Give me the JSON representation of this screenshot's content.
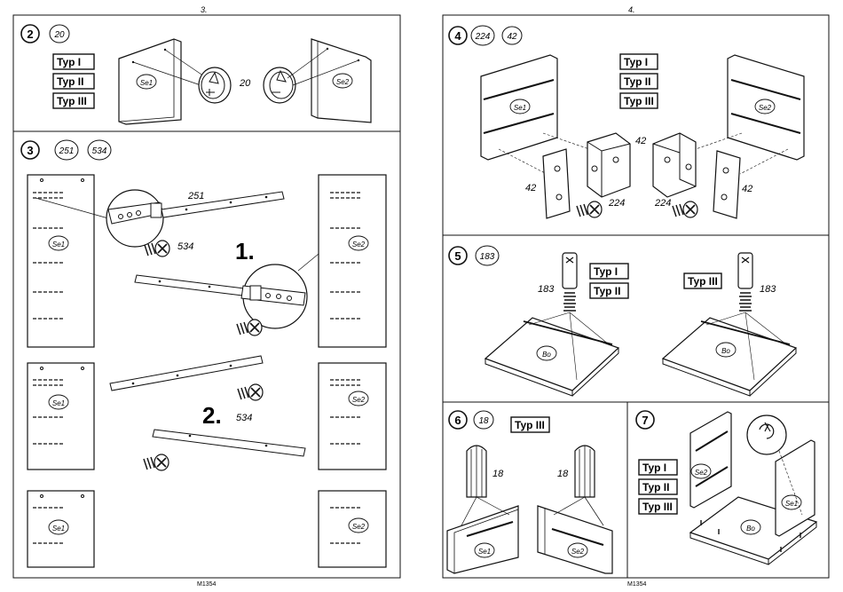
{
  "page_left": {
    "page_number": "3.",
    "footer_code": "M1354",
    "step2": {
      "number": "2",
      "part": "20",
      "types": [
        "Typ I",
        "Typ II",
        "Typ III"
      ],
      "panel_left": "Se1",
      "panel_right": "Se2",
      "callout": "20"
    },
    "step3": {
      "number": "3",
      "parts": [
        "251",
        "534"
      ],
      "panel_labels": [
        "Se1",
        "Se2",
        "Se1",
        "Se2",
        "Se1",
        "Se2"
      ],
      "callout_rail": "251",
      "callout_screw_1": "534",
      "callout_screw_2": "534",
      "sub_1": "1.",
      "sub_2": "2."
    }
  },
  "page_right": {
    "page_number": "4.",
    "footer_code": "M1354",
    "step4": {
      "number": "4",
      "parts": [
        "224",
        "42"
      ],
      "types": [
        "Typ I",
        "Typ II",
        "Typ III"
      ],
      "panel_left": "Se1",
      "panel_right": "Se2",
      "callouts": [
        "42",
        "42",
        "42",
        "224",
        "224"
      ]
    },
    "step5": {
      "number": "5",
      "part": "183",
      "types_left": [
        "Typ I",
        "Typ II"
      ],
      "type_right": "Typ III",
      "panel": "Bo",
      "callouts": [
        "183",
        "183"
      ]
    },
    "step6": {
      "number": "6",
      "part": "18",
      "type": "Typ III",
      "panel_left": "Se1",
      "panel_right": "Se2",
      "callouts": [
        "18",
        "18"
      ]
    },
    "step7": {
      "number": "7",
      "types": [
        "Typ I",
        "Typ II",
        "Typ III"
      ],
      "panel_left": "Se2",
      "panel_right": "Se1",
      "panel_bottom": "Bo"
    }
  }
}
